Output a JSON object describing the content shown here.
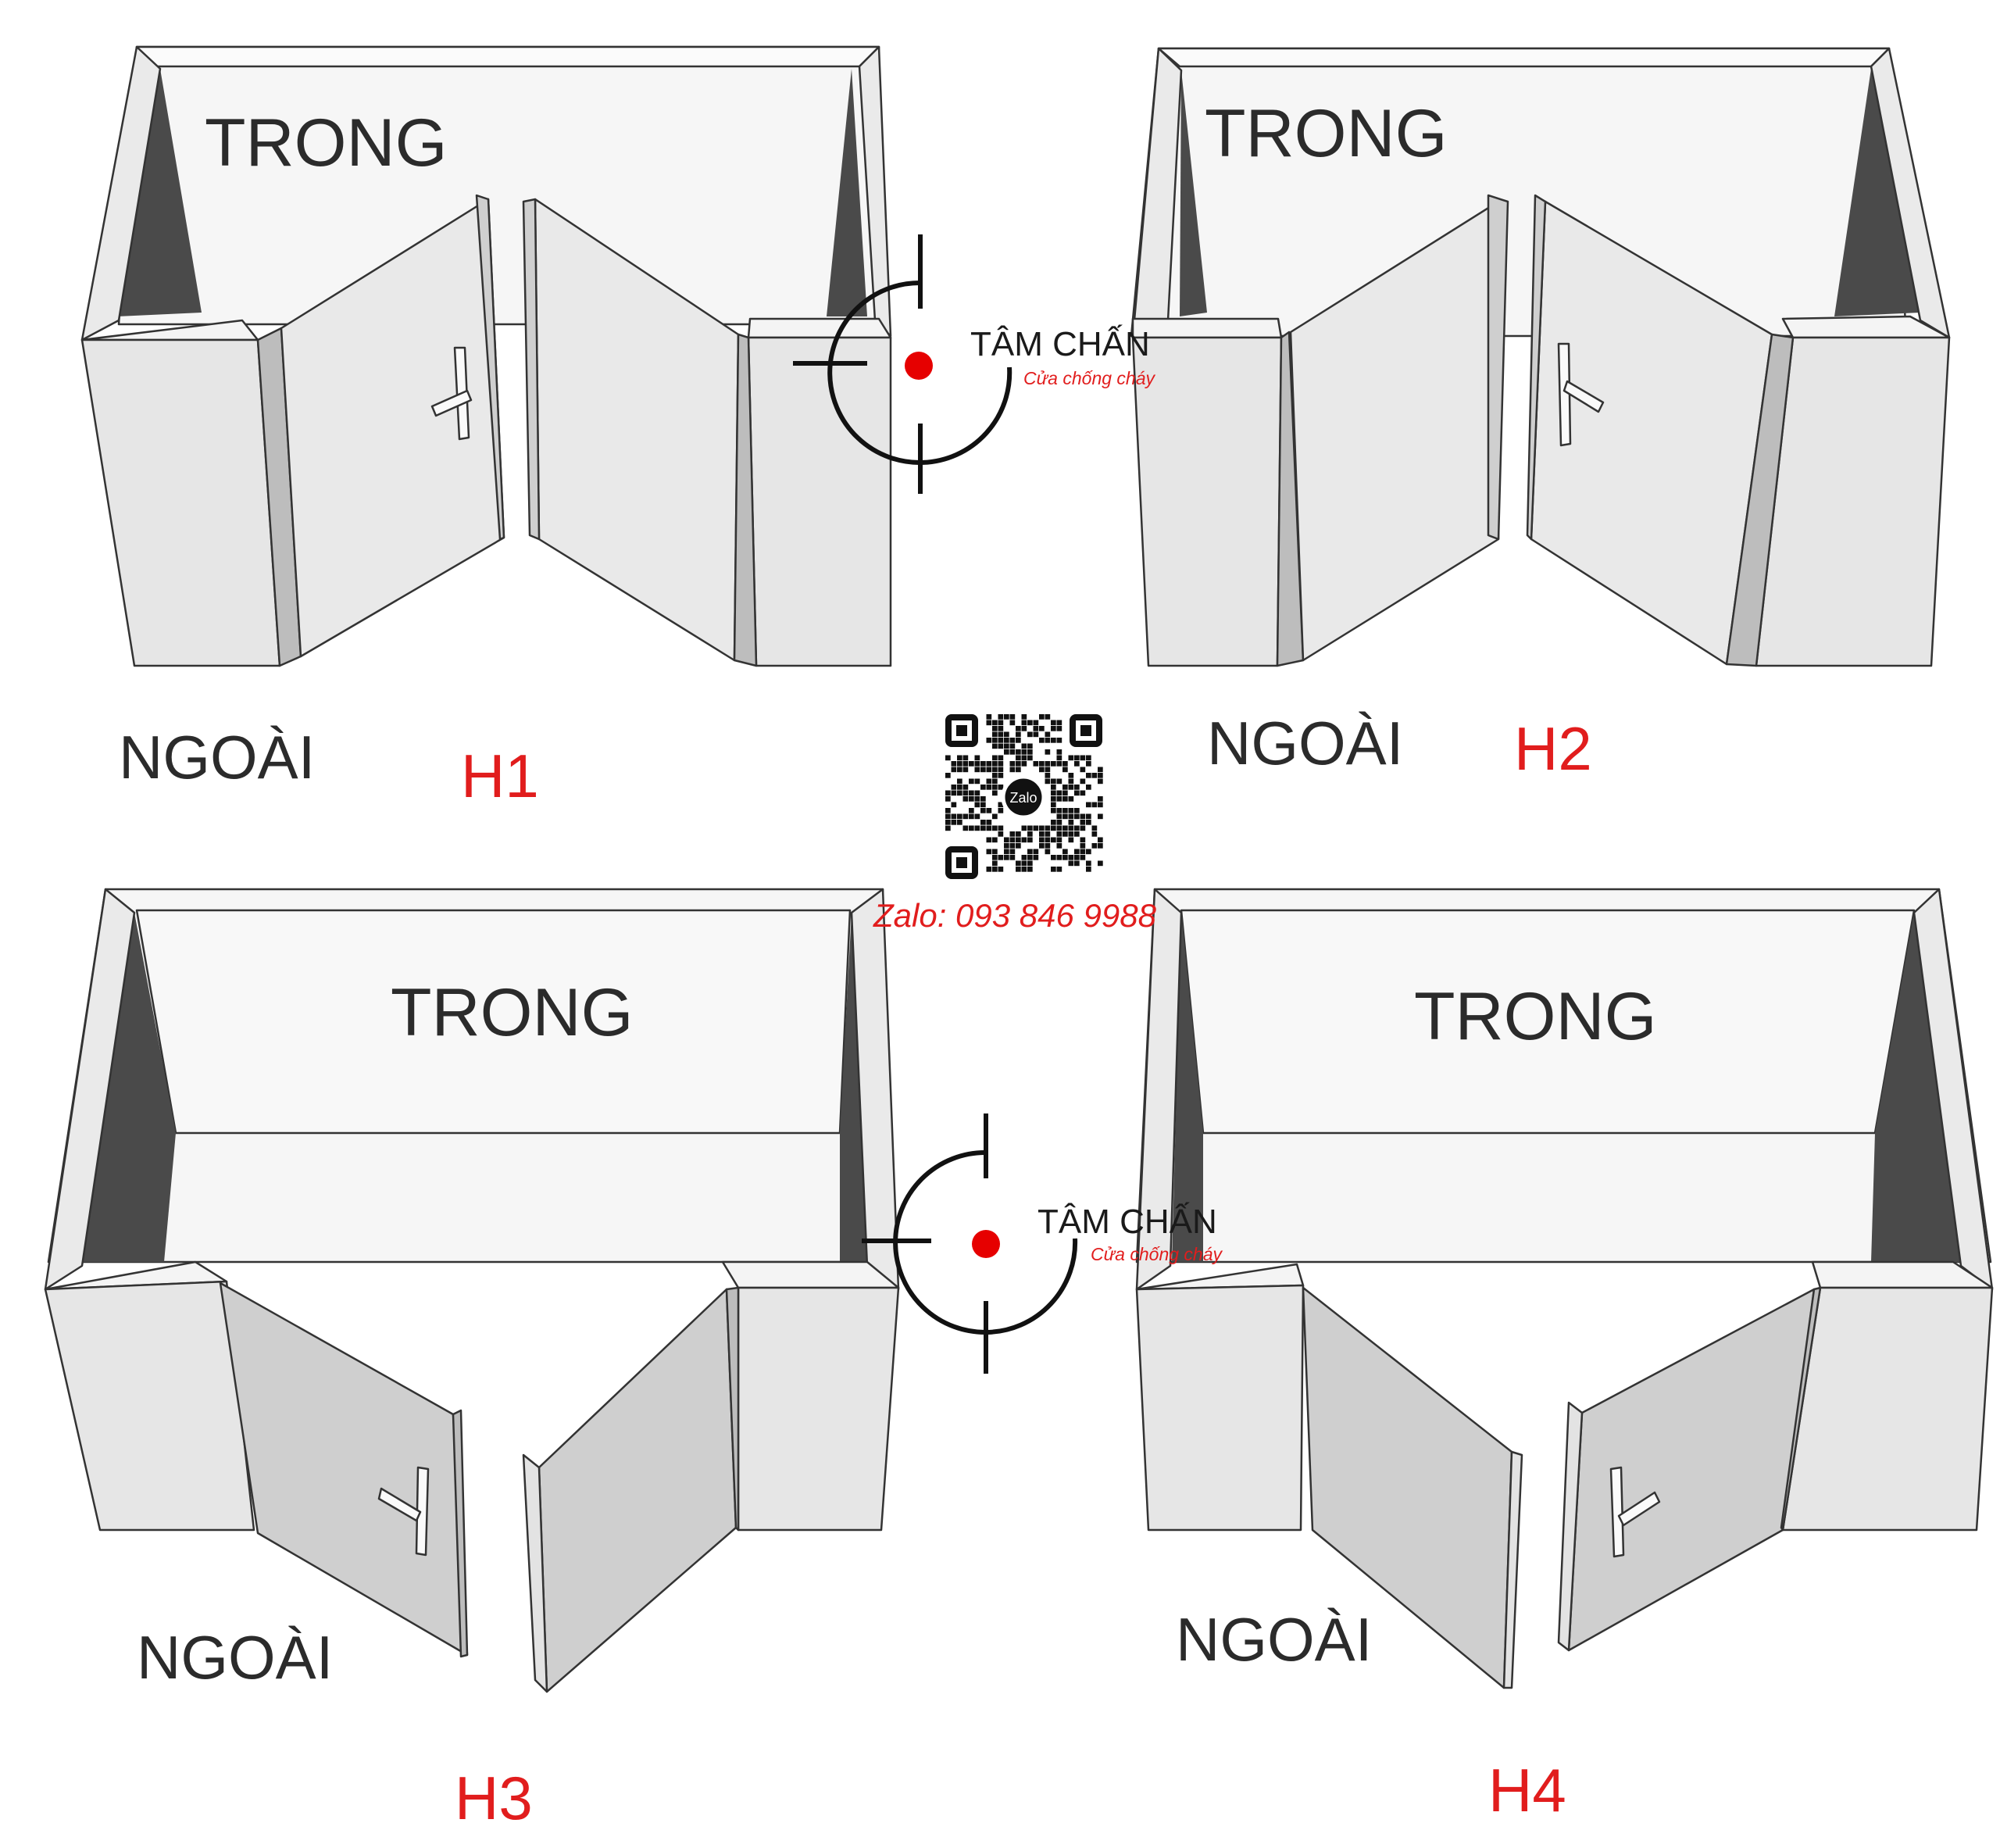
{
  "colors": {
    "wall_face": "#e6e6e6",
    "wall_top": "#f4f4f4",
    "shadow": "#4a4a4a",
    "door_light": "#e9e9e9",
    "door_grey": "#cfcfcf",
    "label_dark": "#2b2b2b",
    "label_red": "#e11d1d",
    "dot_red": "#e60000"
  },
  "labels": {
    "inside": "TRONG",
    "outside": "NGOÀI"
  },
  "panels": [
    {
      "id": "H1",
      "label": "H1"
    },
    {
      "id": "H2",
      "label": "H2"
    },
    {
      "id": "H3",
      "label": "H3"
    },
    {
      "id": "H4",
      "label": "H4"
    }
  ],
  "brand": {
    "name": "TÂM CHẤN",
    "tagline": "Cửa chống cháy",
    "icon": "crosshair-logo-icon"
  },
  "contact": {
    "zalo_text": "Zalo: 093 846 9988",
    "qr_icon": "qr-code-icon",
    "qr_center": "Zalo"
  }
}
